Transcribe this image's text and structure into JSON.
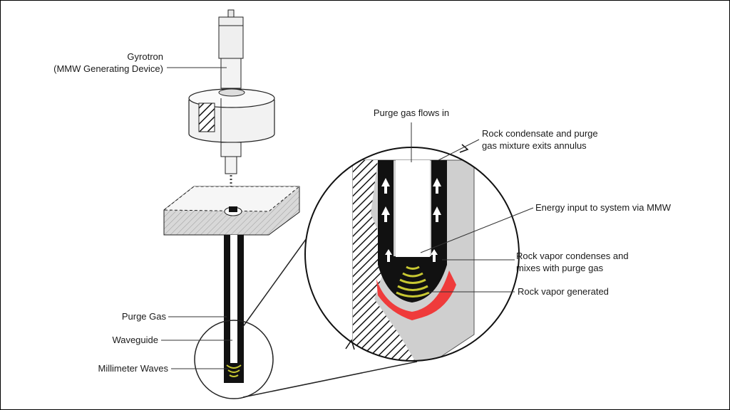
{
  "labels": {
    "gyrotron_line1": "Gyrotron",
    "gyrotron_line2": "(MMW Generating Device)",
    "purge_gas": "Purge Gas",
    "waveguide": "Waveguide",
    "millimeter_waves": "Millimeter Waves",
    "purge_in": "Purge gas flows in",
    "condensate_line1": "Rock condensate and purge",
    "condensate_line2": "gas mixture exits annulus",
    "energy_input": "Energy input to system via MMW",
    "vapor_condenses_line1": "Rock vapor condenses and",
    "vapor_condenses_line2": "mixes with purge gas",
    "vapor_generated": "Rock vapor generated"
  },
  "colors": {
    "rock_vapor": "#ef3b3b",
    "waves": "#c8c832",
    "rock": "#cfcfcf",
    "annulus": "#111111"
  }
}
